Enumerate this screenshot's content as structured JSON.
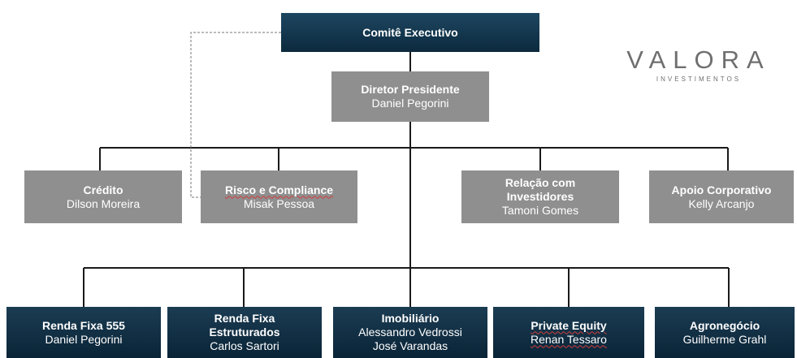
{
  "logo": {
    "name": "VALORA",
    "tagline": "INVESTIMENTOS"
  },
  "top": {
    "title": "Comitê Executivo"
  },
  "ceo": {
    "title": "Diretor Presidente",
    "name": "Daniel Pegorini"
  },
  "support_units": [
    {
      "title": "Crédito",
      "name": "Dilson Moreira"
    },
    {
      "title": "Risco e Compliance",
      "name": "Misak Pessoa"
    },
    {
      "title_line1": "Relação com",
      "title_line2": "Investidores",
      "name": "Tamoni Gomes"
    },
    {
      "title": "Apoio Corporativo",
      "name": "Kelly Arcanjo"
    }
  ],
  "business_units": [
    {
      "title": "Renda Fixa 555",
      "name": "Daniel Pegorini"
    },
    {
      "title_line1": "Renda Fixa",
      "title_line2": "Estruturados",
      "name": "Carlos Sartori"
    },
    {
      "title": "Imobiliário",
      "name_line1": "Alessandro Vedrossi",
      "name_line2": "José Varandas"
    },
    {
      "title": "Private Equity",
      "name": "Renan Tessaro"
    },
    {
      "title": "Agronegócio",
      "name": "Guilherme Grahl"
    }
  ],
  "colors": {
    "navy": "#123a52",
    "gray": "#8f8f8f",
    "line": "#1a1a1a",
    "logo": "#6f6f6f"
  }
}
